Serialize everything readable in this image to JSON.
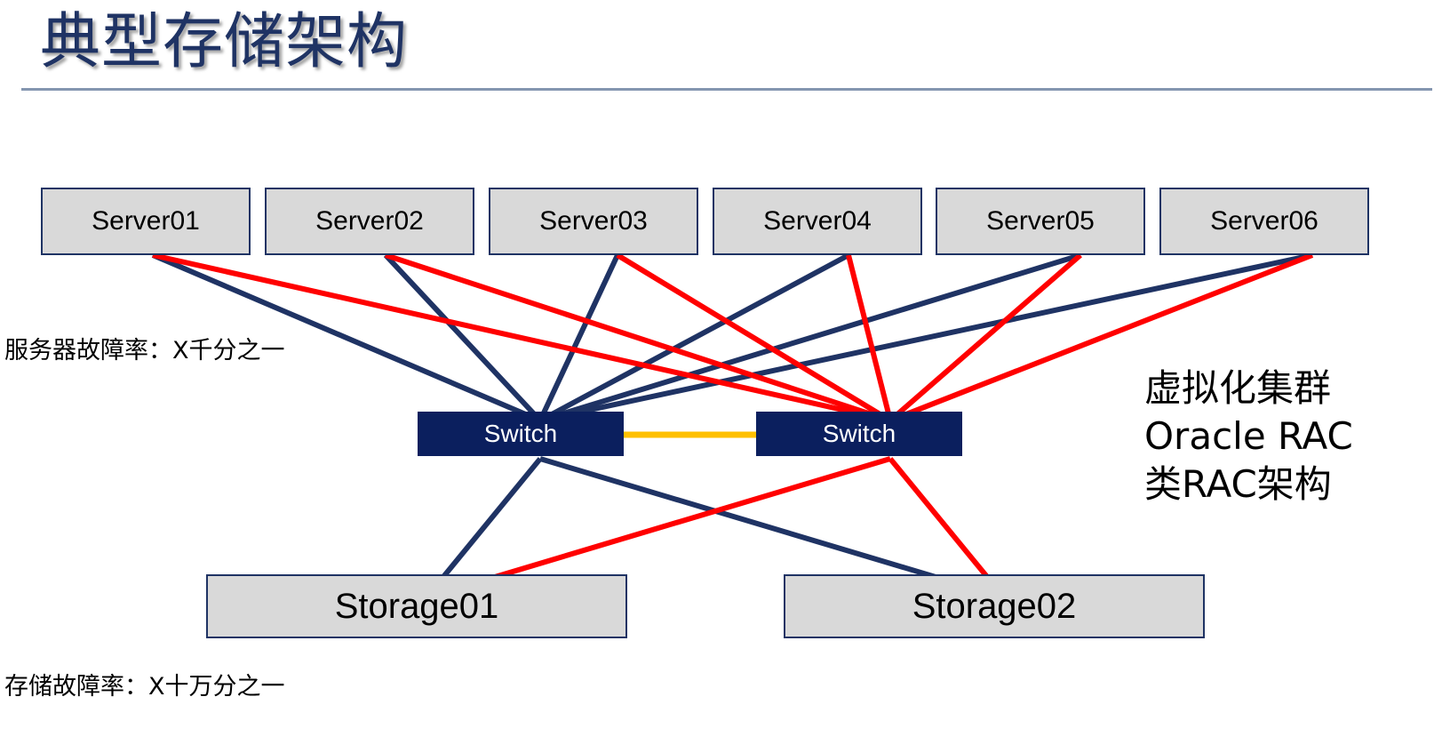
{
  "slide": {
    "title": "典型存储架构",
    "background_color": "#ffffff",
    "title_color": "#1f3364",
    "rule_color": "#8496b0"
  },
  "colors": {
    "node_fill": "#d9d9d9",
    "node_border": "#1f3364",
    "switch_fill": "#0b1f5e",
    "switch_text": "#ffffff",
    "link_blue": "#1f3364",
    "link_red": "#ff0000",
    "interswitch_orange": "#ffc000"
  },
  "servers": [
    {
      "label": "Server01"
    },
    {
      "label": "Server02"
    },
    {
      "label": "Server03"
    },
    {
      "label": "Server04"
    },
    {
      "label": "Server05"
    },
    {
      "label": "Server06"
    }
  ],
  "switches": [
    {
      "label": "Switch"
    },
    {
      "label": "Switch"
    }
  ],
  "storages": [
    {
      "label": "Storage01"
    },
    {
      "label": "Storage02"
    }
  ],
  "annotations": {
    "server_failure_rate": "服务器故障率：X千分之一",
    "storage_failure_rate": "存储故障率：X十万分之一"
  },
  "right_notes": [
    "虚拟化集群",
    "Oracle RAC",
    "类RAC架构"
  ],
  "diagram": {
    "type": "network-topology",
    "server_to_switch1_color": "#1f3364",
    "server_to_switch2_color": "#ff0000",
    "switch1_to_storage_color": "#1f3364",
    "switch2_to_storage_color": "#ff0000",
    "switch_interlink_color": "#ffc000"
  }
}
